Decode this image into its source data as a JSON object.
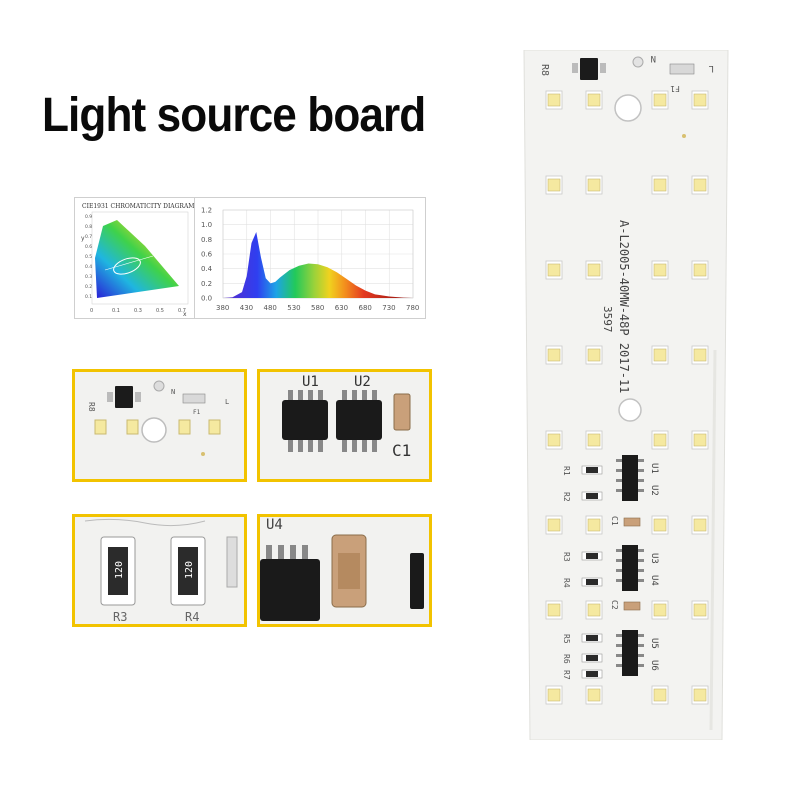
{
  "headline": "Light source board",
  "cie_chart": {
    "title": "CIE1931 CHROMATICITY DIAGRAM",
    "y_ticks": [
      "0.9",
      "0.8",
      "0.7",
      "0.6",
      "0.5",
      "0.4",
      "0.3",
      "0.2",
      "0.1"
    ],
    "x_ticks": [
      "0",
      "0.1",
      "0.3",
      "0.5",
      "0.7"
    ],
    "y_axis_label": "y",
    "x_axis_label": "x"
  },
  "chart_data": {
    "type": "area",
    "x": [
      380,
      400,
      420,
      430,
      440,
      450,
      460,
      470,
      480,
      490,
      500,
      520,
      540,
      560,
      580,
      600,
      620,
      640,
      660,
      680,
      700,
      730,
      760,
      780
    ],
    "y": [
      0.0,
      0.01,
      0.08,
      0.3,
      0.75,
      0.9,
      0.55,
      0.27,
      0.2,
      0.22,
      0.28,
      0.38,
      0.44,
      0.47,
      0.46,
      0.42,
      0.35,
      0.26,
      0.17,
      0.1,
      0.05,
      0.02,
      0.005,
      0.0
    ],
    "y_ticks": [
      "1.2",
      "1.0",
      "0.8",
      "0.6",
      "0.4",
      "0.2",
      "0.0"
    ],
    "x_ticks": [
      "380",
      "430",
      "480",
      "530",
      "580",
      "630",
      "680",
      "730",
      "780"
    ],
    "xlim": [
      380,
      780
    ],
    "ylim": [
      0,
      1.2
    ],
    "grid": true
  },
  "zoom_tiles": {
    "tile1": {
      "res_label": "R8",
      "n_label": "N",
      "l_label": "L",
      "fuse_label": "F1"
    },
    "tile2": {
      "u1_label": "U1",
      "u2_label": "U2",
      "c1_label": "C1"
    },
    "tile3": {
      "res_value_left": "120",
      "res_value_right": "120",
      "label_left": "R3",
      "label_right": "R4"
    },
    "tile4": {
      "label": "U4"
    }
  },
  "board": {
    "top_res_label": "R8",
    "n_label": "N",
    "l_label": "L",
    "fuse_label": "F1",
    "model_text": "A-L2005-40MW-48P 2017-11",
    "batch_text": "3597",
    "resistor_labels": [
      "R1",
      "R2",
      "R3",
      "R4",
      "R5",
      "R6",
      "R7"
    ],
    "ic_labels": [
      "U1",
      "U2",
      "U3",
      "U4",
      "U5",
      "U6"
    ],
    "cap_labels": [
      "C1",
      "C2"
    ]
  },
  "colors": {
    "accent_frame": "#f2c300",
    "led_yellow": "#f5e9a0",
    "board_white": "#f4f4f2",
    "ic_black": "#1a1a1a"
  }
}
